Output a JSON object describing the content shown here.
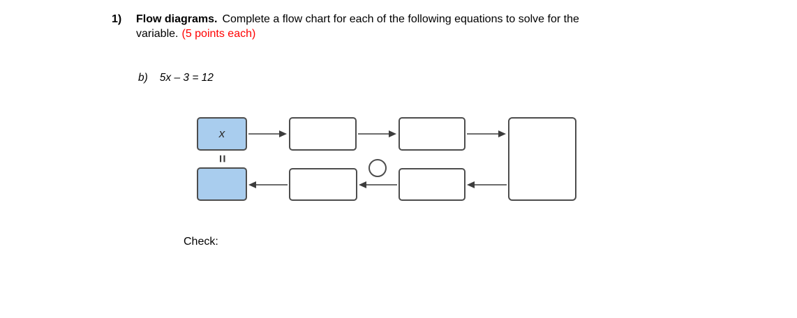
{
  "colors": {
    "highlight_blue": "#a9cdee",
    "box_border": "#4d4d4d",
    "points_red": "#ff0000",
    "arrow": "#3c3c3c",
    "text": "#000000"
  },
  "heading": {
    "number": "1)",
    "title_bold": "Flow diagrams.",
    "instructions_line1": "Complete a flow chart for each of the following equations to solve for the",
    "instructions_line2": "variable.",
    "points_note": "(5 points each)"
  },
  "problem": {
    "label": "b)",
    "equation": "5x – 3 = 12"
  },
  "flow_diagram": {
    "variable_label": "x",
    "equals_symbol": "="
  },
  "check": {
    "label": "Check:"
  }
}
